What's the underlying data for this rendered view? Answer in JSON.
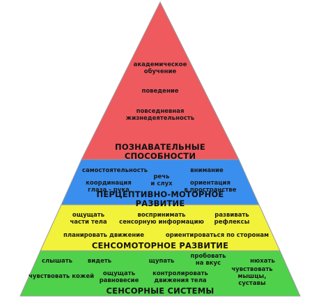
{
  "layers": [
    {
      "id": "cognitive",
      "color": "#ef5a5f",
      "title": "ПОЗНАВАТЕЛЬНЫЕ\nСПОСОБНОСТИ",
      "items": [
        "академическое\nобучение",
        "поведение",
        "повседневная\nжизнедеятельность"
      ]
    },
    {
      "id": "perceptual_motor",
      "color": "#3a8eed",
      "title": "ПЕРЦЕПТИВНО-МОТОРНОЕ РАЗВИТИЕ",
      "items": [
        "самостоятельность",
        "речь\nи слух",
        "внимание",
        "координация\nглаза - рука",
        "ориентация\nв пространстве"
      ]
    },
    {
      "id": "sensorimotor",
      "color": "#f2f23a",
      "title": "СЕНСОМОТОРНОЕ РАЗВИТИЕ",
      "items": [
        "ощущать\nчасти тела",
        "воспринимать\nсенсорную информацию",
        "развивать\nрефлексы",
        "планировать движение",
        "ориентироваться по сторонам"
      ]
    },
    {
      "id": "sensory",
      "color": "#4fd14b",
      "title": "СЕНСОРНЫЕ СИСТЕМЫ",
      "items": [
        "слышать",
        "видеть",
        "щупать",
        "пробовать\nна вкус",
        "нюхать",
        "чувствовать кожей",
        "ощущать\nравновесие",
        "контролировать\nдвижения тела",
        "чувствовать мышцы,\nсуставы"
      ]
    }
  ]
}
